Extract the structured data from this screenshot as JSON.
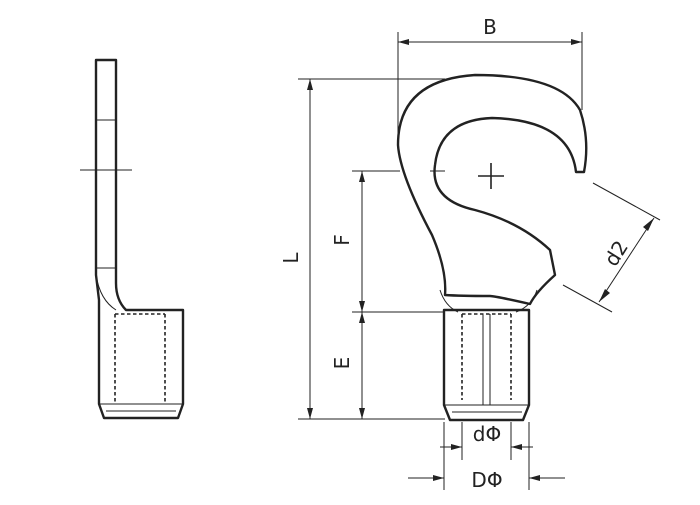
{
  "dimensions": {
    "B": "B",
    "L": "L",
    "F": "F",
    "E": "E",
    "d2": "d2",
    "d_phi": "dΦ",
    "D_phi": "DΦ"
  }
}
